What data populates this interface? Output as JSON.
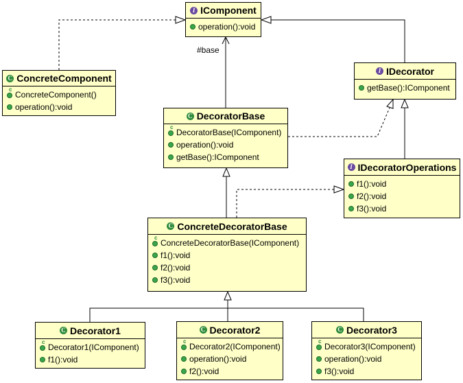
{
  "classes": {
    "icomponent": {
      "name": "IComponent",
      "kind": "interface",
      "members": [
        {
          "text": "operation():void",
          "ctor": false
        }
      ]
    },
    "concretecomponent": {
      "name": "ConcreteComponent",
      "kind": "class",
      "members": [
        {
          "text": "ConcreteComponent()",
          "ctor": true
        },
        {
          "text": "operation():void",
          "ctor": false
        }
      ]
    },
    "idecorator": {
      "name": "IDecorator",
      "kind": "interface",
      "members": [
        {
          "text": "getBase():IComponent",
          "ctor": false
        }
      ]
    },
    "decoratorbase": {
      "name": "DecoratorBase",
      "kind": "class",
      "members": [
        {
          "text": "DecoratorBase(IComponent)",
          "ctor": true
        },
        {
          "text": "operation():void",
          "ctor": false
        },
        {
          "text": "getBase():IComponent",
          "ctor": false
        }
      ]
    },
    "idecoratoroperations": {
      "name": "IDecoratorOperations",
      "kind": "interface",
      "members": [
        {
          "text": "f1():void",
          "ctor": false
        },
        {
          "text": "f2():void",
          "ctor": false
        },
        {
          "text": "f3():void",
          "ctor": false
        }
      ]
    },
    "concretedecoratorbase": {
      "name": "ConcreteDecoratorBase",
      "kind": "class",
      "members": [
        {
          "text": "ConcreteDecoratorBase(IComponent)",
          "ctor": true
        },
        {
          "text": "f1():void",
          "ctor": false
        },
        {
          "text": "f2():void",
          "ctor": false
        },
        {
          "text": "f3():void",
          "ctor": false
        }
      ]
    },
    "decorator1": {
      "name": "Decorator1",
      "kind": "class",
      "members": [
        {
          "text": "Decorator1(IComponent)",
          "ctor": true
        },
        {
          "text": "f1():void",
          "ctor": false
        }
      ]
    },
    "decorator2": {
      "name": "Decorator2",
      "kind": "class",
      "members": [
        {
          "text": "Decorator2(IComponent)",
          "ctor": true
        },
        {
          "text": "operation():void",
          "ctor": false
        },
        {
          "text": "f2():void",
          "ctor": false
        }
      ]
    },
    "decorator3": {
      "name": "Decorator3",
      "kind": "class",
      "members": [
        {
          "text": "Decorator3(IComponent)",
          "ctor": true
        },
        {
          "text": "operation():void",
          "ctor": false
        },
        {
          "text": "f3():void",
          "ctor": false
        }
      ]
    }
  },
  "edge_labels": {
    "base": "#base"
  },
  "colors": {
    "box_fill": "#ffffc8",
    "class_badge": "#2e8b3a",
    "interface_badge": "#6a4aa0",
    "member_dot": "#3aa64a"
  }
}
